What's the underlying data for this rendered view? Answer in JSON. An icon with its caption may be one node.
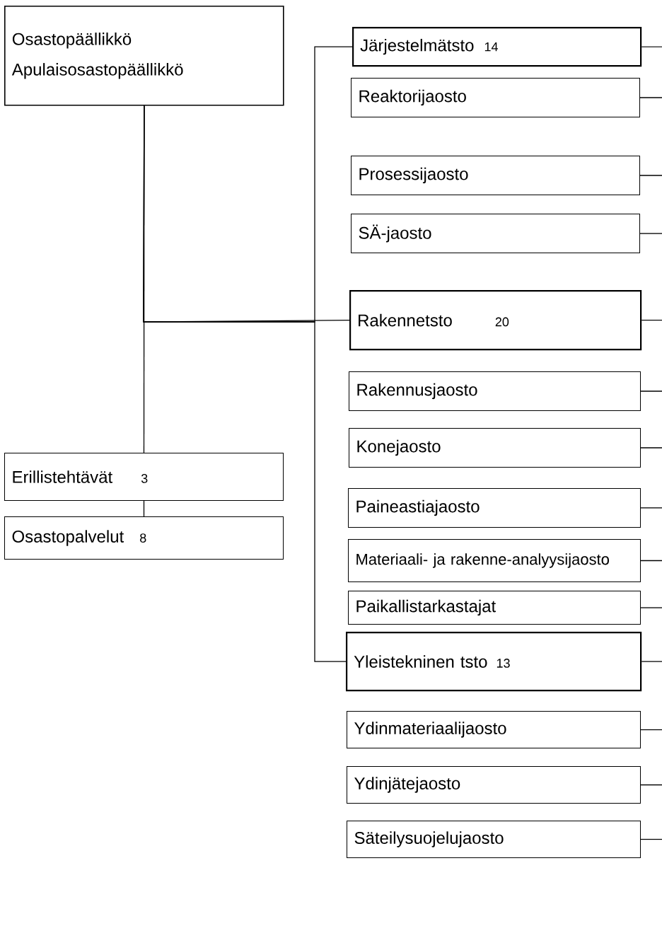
{
  "diagram": {
    "nodes": [
      {
        "text": [
          "Osastopäällikkö",
          "Apulaisosastopäällikkö"
        ]
      },
      {
        "text": [
          "Järjestelmätsto",
          "14"
        ]
      },
      {
        "text": [
          "Reaktorijaosto"
        ]
      },
      {
        "text": [
          "Prosessijaosto"
        ]
      },
      {
        "text": [
          "SÄ-jaosto"
        ]
      },
      {
        "text": [
          "Rakennetsto",
          "20"
        ]
      },
      {
        "text": [
          "Rakennusjaosto"
        ]
      },
      {
        "text": [
          "Konejaosto"
        ]
      },
      {
        "text": [
          "Paineastiajaosto"
        ]
      },
      {
        "text": [
          "Materiaali- ja rakenne-analyysijaosto"
        ]
      },
      {
        "text": [
          "Paikallistarkastajat"
        ]
      },
      {
        "text": [
          "Yleistekninen tsto",
          "13"
        ]
      },
      {
        "text": [
          "Ydinmateriaalijaosto"
        ]
      },
      {
        "text": [
          "Ydinjätejaosto"
        ]
      },
      {
        "text": [
          "Säteilysuojelujaosto"
        ]
      },
      {
        "text": [
          "Erillistehtävät",
          "3"
        ]
      },
      {
        "text": [
          "Osastopalvelut",
          "8"
        ]
      }
    ],
    "edges": [
      {
        "from": 0,
        "to": 1,
        "arrow": "none"
      },
      {
        "from": 0,
        "to": 5,
        "arrow": "none"
      },
      {
        "from": 0,
        "to": 11,
        "arrow": "none"
      },
      {
        "from": 0,
        "to": 15,
        "arrow": "none"
      },
      {
        "from": 15,
        "to": 16,
        "arrow": "none"
      },
      {
        "from": 1,
        "to": null,
        "arrow": "none"
      },
      {
        "from": 2,
        "to": null,
        "arrow": "none"
      },
      {
        "from": 3,
        "to": null,
        "arrow": "none"
      },
      {
        "from": 4,
        "to": null,
        "arrow": "none"
      },
      {
        "from": 5,
        "to": null,
        "arrow": "none"
      },
      {
        "from": 6,
        "to": null,
        "arrow": "none"
      },
      {
        "from": 7,
        "to": null,
        "arrow": "none"
      },
      {
        "from": 8,
        "to": null,
        "arrow": "none"
      },
      {
        "from": 9,
        "to": null,
        "arrow": "none"
      },
      {
        "from": 10,
        "to": null,
        "arrow": "none"
      },
      {
        "from": 11,
        "to": null,
        "arrow": "none"
      },
      {
        "from": 12,
        "to": null,
        "arrow": "none"
      },
      {
        "from": 13,
        "to": null,
        "arrow": "none"
      },
      {
        "from": 14,
        "to": null,
        "arrow": "none"
      }
    ]
  }
}
